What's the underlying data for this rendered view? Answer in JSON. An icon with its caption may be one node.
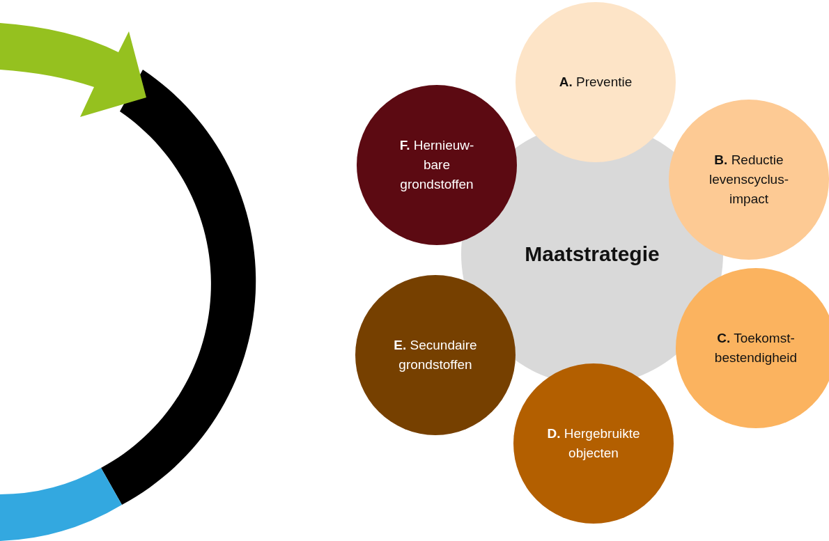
{
  "diagram": {
    "nodes": [
      {
        "text": [
          "Maatstrategie"
        ]
      },
      {
        "text": [
          "**A.** Preventie"
        ]
      },
      {
        "text": [
          "**B.** Reductie levenscyclus- impact"
        ]
      },
      {
        "text": [
          "**C.** Toekomst- bestendigheid"
        ]
      },
      {
        "text": [
          "**D.** Hergebruikte objecten"
        ]
      },
      {
        "text": [
          "**E.** Secundaire grondstoffen"
        ]
      },
      {
        "text": [
          "**F.** Hernieuw- bare grondstoffen"
        ]
      }
    ]
  }
}
